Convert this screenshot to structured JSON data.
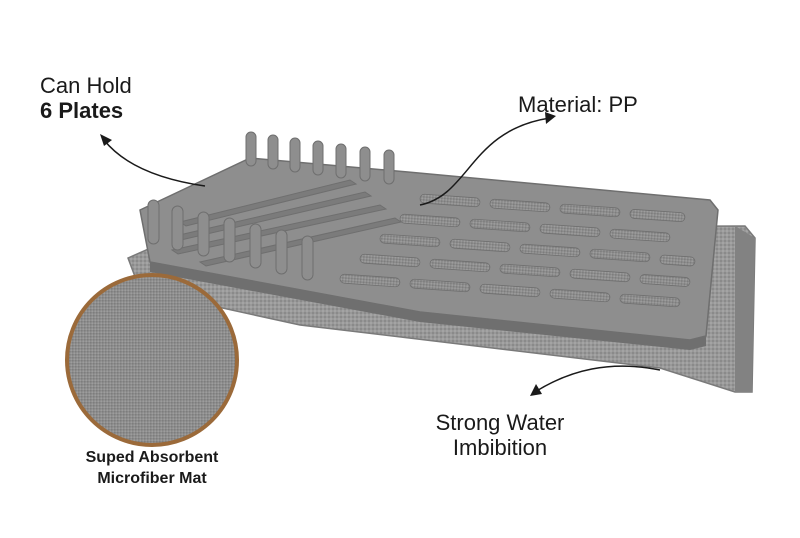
{
  "labels": {
    "plates_line1": "Can Hold",
    "plates_line2": "6 Plates",
    "material": "Material: PP",
    "water_line1": "Strong Water",
    "water_line2": "Imbibition",
    "mat_line1": "Suped Absorbent",
    "mat_line2": "Microfiber Mat"
  },
  "colors": {
    "rack": "#8e8e8e",
    "rack_dark": "#6f6f6f",
    "mat": "#9a9a9a",
    "mat_dark": "#7c7c7c",
    "circle_ring": "#9b6a3a"
  }
}
